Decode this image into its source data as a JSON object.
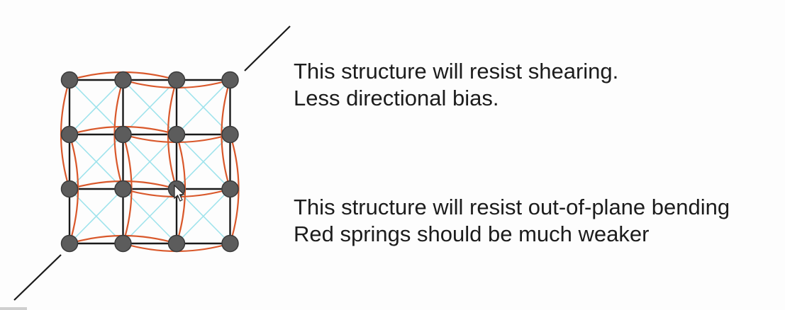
{
  "captions": {
    "shear": {
      "line1": "This structure will resist shearing.",
      "line2": "Less directional bias."
    },
    "bend": {
      "line1": "This structure will resist out-of-plane bending",
      "line2": "Red springs should be much weaker"
    }
  },
  "mass_spring_grid": {
    "rows": 4,
    "cols": 4,
    "spring_types": [
      "structural",
      "shear",
      "bending"
    ]
  },
  "colors": {
    "structural_spring": "#1a1a1a",
    "shear_spring": "#9fe3ec",
    "bending_spring": "#d9582b",
    "mass_node": "#5c5c5c",
    "mass_node_outline": "#3a3a3a",
    "text": "#1c1c1c"
  },
  "icons": {
    "cursor": "arrow-cursor-icon"
  }
}
